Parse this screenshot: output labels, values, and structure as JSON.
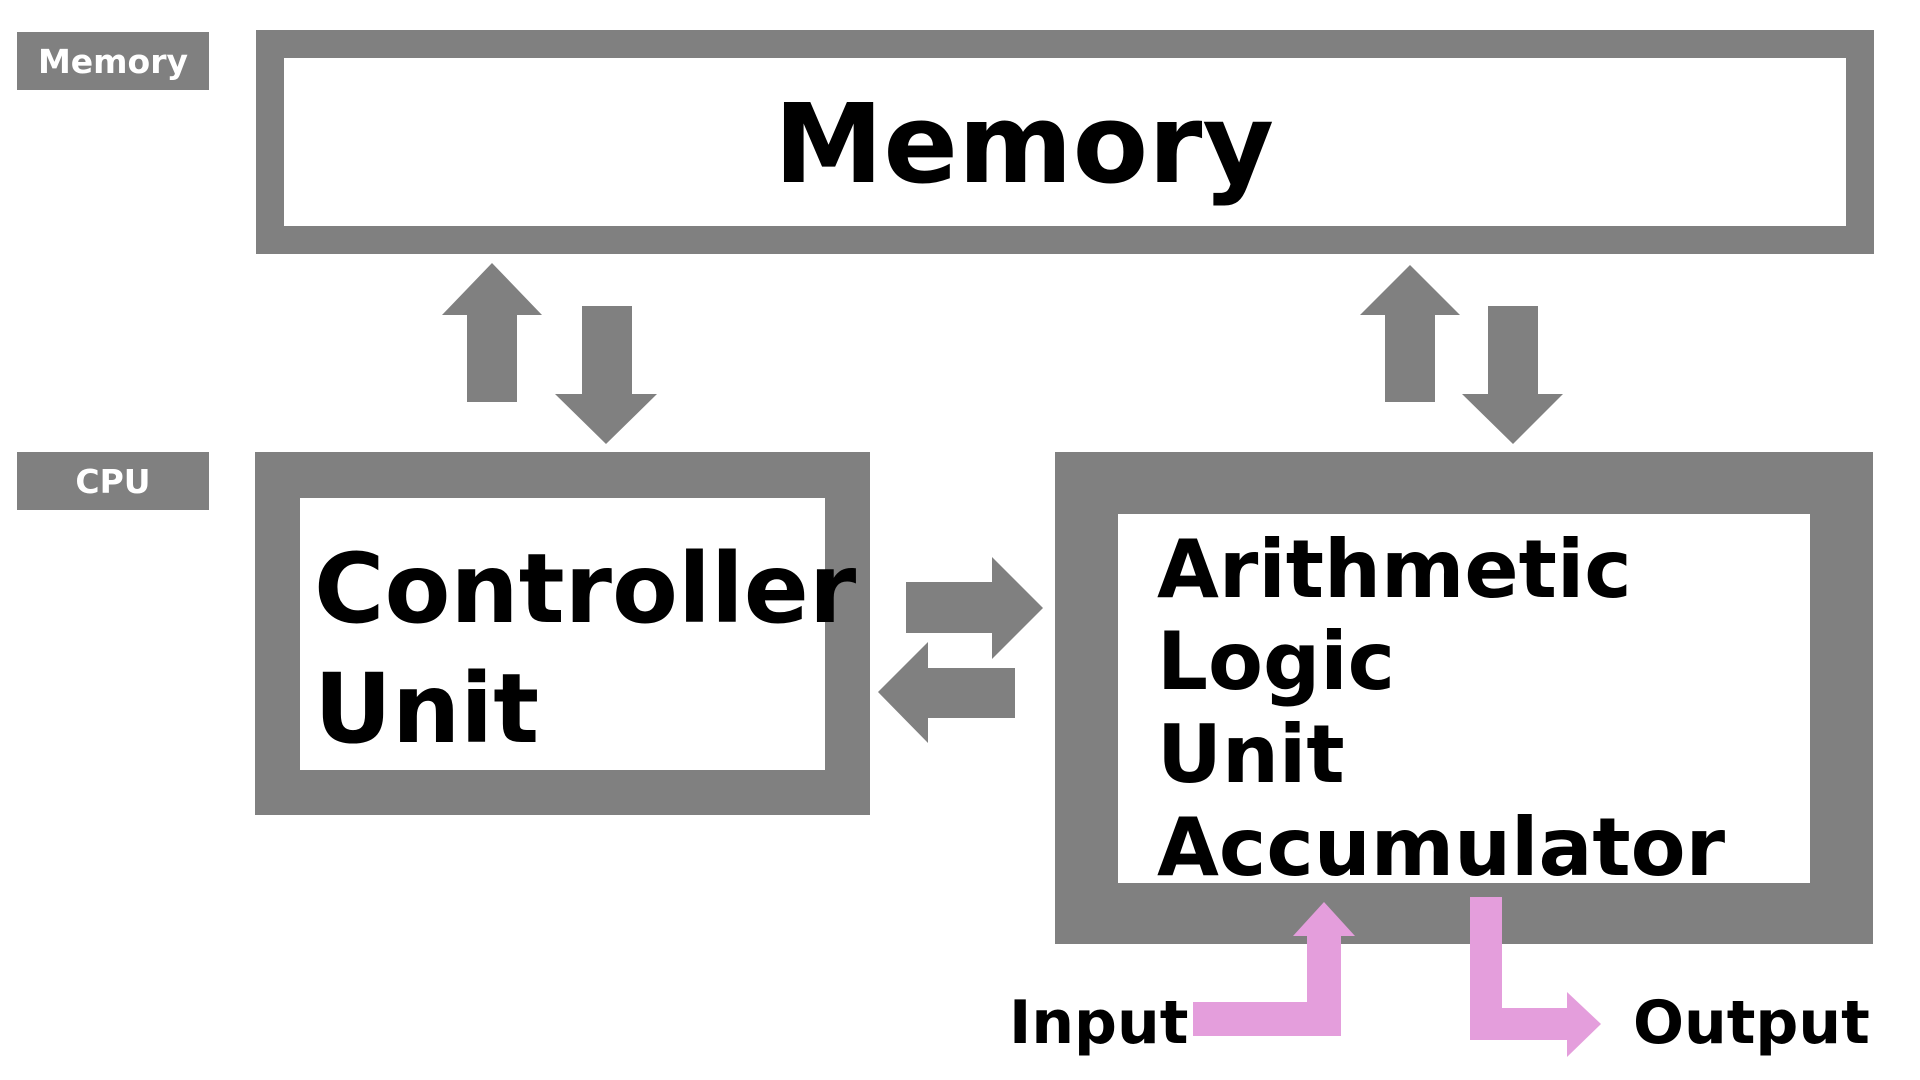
{
  "side_labels": {
    "memory": "Memory",
    "cpu": "CPU"
  },
  "memory_box": {
    "title": "Memory"
  },
  "controller_box": {
    "line1": "Controller",
    "line2": "Unit"
  },
  "alu_box": {
    "line1": "Arithmetic",
    "line2": "Logic",
    "line3": "Unit",
    "line4": "Accumulator"
  },
  "io": {
    "input": "Input",
    "output": "Output"
  },
  "colors": {
    "box_gray": "#808080",
    "io_arrow_pink": "#e49edc"
  }
}
